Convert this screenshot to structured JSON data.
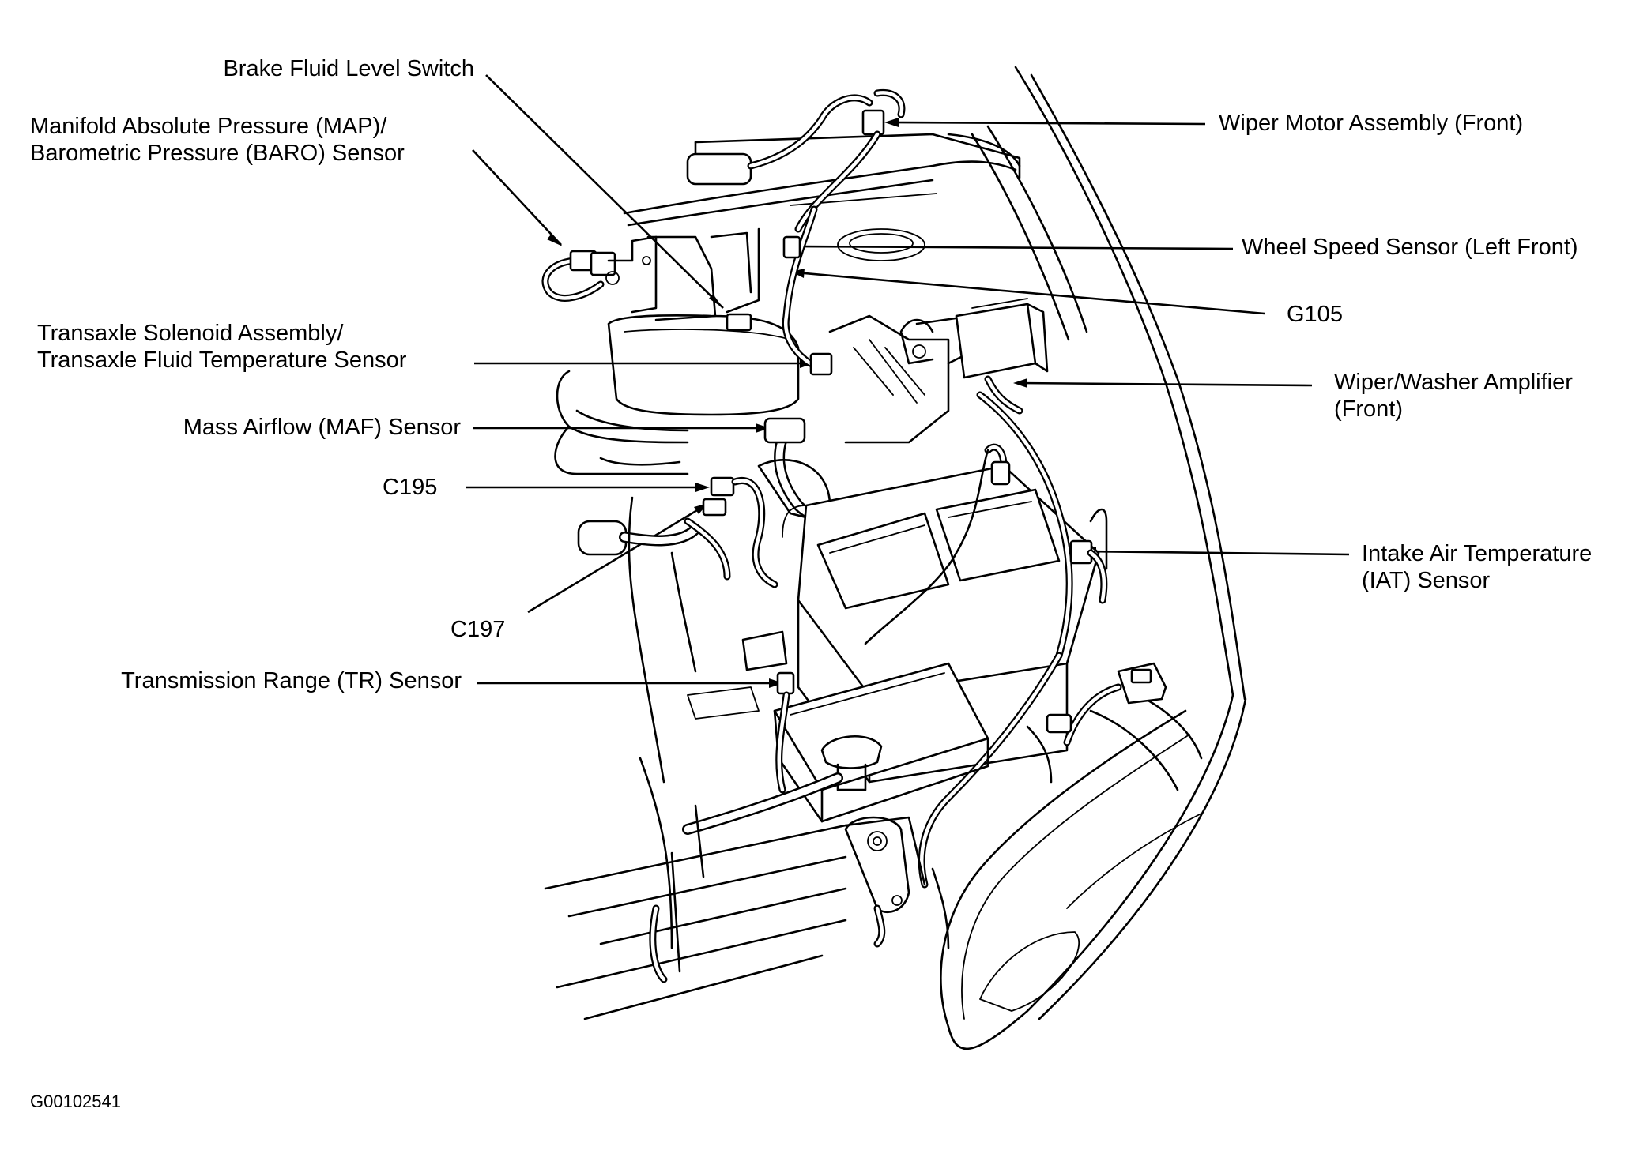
{
  "diagram": {
    "figure_id": "G00102541",
    "callouts": {
      "brake_fluid_level_switch": "Brake Fluid Level Switch",
      "map_baro_sensor": [
        "Manifold Absolute Pressure (MAP)/",
        "Barometric Pressure (BARO) Sensor"
      ],
      "transaxle_solenoid": [
        "Transaxle Solenoid Assembly/",
        "Transaxle Fluid Temperature Sensor"
      ],
      "maf_sensor": "Mass Airflow (MAF) Sensor",
      "c195": "C195",
      "c197": "C197",
      "tr_sensor": "Transmission Range (TR) Sensor",
      "wiper_motor": "Wiper Motor Assembly (Front)",
      "wheel_speed_sensor": "Wheel Speed Sensor (Left Front)",
      "g105": "G105",
      "wiper_washer_amplifier": [
        "Wiper/Washer Amplifier",
        "(Front)"
      ],
      "iat_sensor": [
        "Intake Air Temperature",
        "(IAT) Sensor"
      ]
    }
  }
}
